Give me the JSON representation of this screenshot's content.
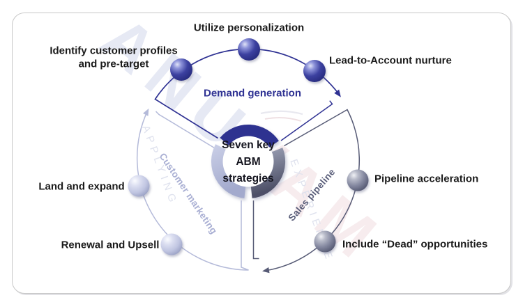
{
  "center": {
    "title": "Seven key\nABM\nstrategies"
  },
  "sectors": {
    "demand": {
      "label": "Demand generation",
      "color": "#2f3293"
    },
    "sales": {
      "label": "Sales pipeline",
      "color": "#595d79"
    },
    "customer": {
      "label": "Customer marketing",
      "color": "#a9afd3"
    }
  },
  "nodes": {
    "utilize": {
      "label": "Utilize personalization"
    },
    "identify": {
      "label": "Identify customer profiles\nand pre-target"
    },
    "lead": {
      "label": "Lead-to-Account nurture"
    },
    "pipeline_accel": {
      "label": "Pipeline acceleration"
    },
    "dead_opp": {
      "label": "Include “Dead” opportunities"
    },
    "land_expand": {
      "label": "Land and expand"
    },
    "renewal": {
      "label": "Renewal and Upsell"
    }
  },
  "watermark": {
    "brand_left": "ANU",
    "brand_right": "VAM",
    "tagline_word1": "APPLYING",
    "tagline_word2": "EXPERIENCE"
  },
  "colors": {
    "ring_blue": "#2e3090",
    "arc_blue": "#2f3293",
    "arc_slate": "#565a75",
    "arc_lavender": "#b4bad9",
    "text": "#1a1a1a"
  }
}
